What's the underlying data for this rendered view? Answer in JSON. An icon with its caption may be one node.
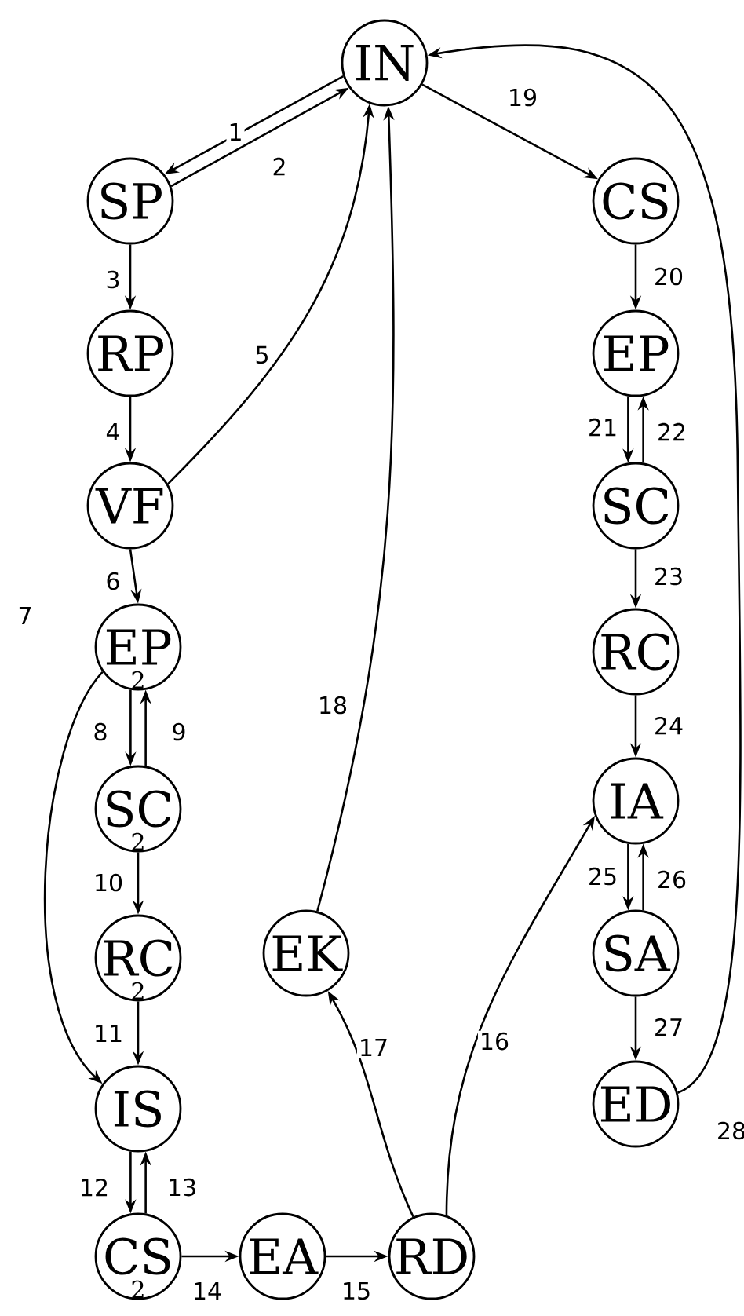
{
  "diagram": {
    "nodes": [
      {
        "text": [
          "IN"
        ]
      },
      {
        "text": [
          "SP"
        ]
      },
      {
        "text": [
          "RP"
        ]
      },
      {
        "text": [
          "VF"
        ]
      },
      {
        "text": [
          "EP",
          "2"
        ]
      },
      {
        "text": [
          "SC",
          "2"
        ]
      },
      {
        "text": [
          "RC",
          "2"
        ]
      },
      {
        "text": [
          "IS"
        ]
      },
      {
        "text": [
          "CS",
          "2"
        ]
      },
      {
        "text": [
          "EA"
        ]
      },
      {
        "text": [
          "RD"
        ]
      },
      {
        "text": [
          "EK"
        ]
      },
      {
        "text": [
          "CS"
        ]
      },
      {
        "text": [
          "EP"
        ]
      },
      {
        "text": [
          "SC"
        ]
      },
      {
        "text": [
          "RC"
        ]
      },
      {
        "text": [
          "IA"
        ]
      },
      {
        "text": [
          "SA"
        ]
      },
      {
        "text": [
          "ED"
        ]
      }
    ],
    "edges": [
      {
        "from": 0,
        "to": 1,
        "arrow": "to",
        "label": "1"
      },
      {
        "from": 1,
        "to": 0,
        "arrow": "to",
        "label": "2"
      },
      {
        "from": 1,
        "to": 2,
        "arrow": "to",
        "label": "3"
      },
      {
        "from": 2,
        "to": 3,
        "arrow": "to",
        "label": "4"
      },
      {
        "from": 3,
        "to": 0,
        "arrow": "to",
        "label": "5"
      },
      {
        "from": 3,
        "to": 4,
        "arrow": "to",
        "label": "6"
      },
      {
        "from": 4,
        "to": 7,
        "arrow": "to",
        "label": "7"
      },
      {
        "from": 4,
        "to": 5,
        "arrow": "to",
        "label": "8"
      },
      {
        "from": 5,
        "to": 4,
        "arrow": "to",
        "label": "9"
      },
      {
        "from": 5,
        "to": 6,
        "arrow": "to",
        "label": "10"
      },
      {
        "from": 6,
        "to": 7,
        "arrow": "to",
        "label": "11"
      },
      {
        "from": 7,
        "to": 8,
        "arrow": "to",
        "label": "12"
      },
      {
        "from": 8,
        "to": 7,
        "arrow": "to",
        "label": "13"
      },
      {
        "from": 8,
        "to": 9,
        "arrow": "to",
        "label": "14"
      },
      {
        "from": 9,
        "to": 10,
        "arrow": "to",
        "label": "15"
      },
      {
        "from": 10,
        "to": 16,
        "arrow": "to",
        "label": "16"
      },
      {
        "from": 10,
        "to": 11,
        "arrow": "to",
        "label": "17"
      },
      {
        "from": 11,
        "to": 0,
        "arrow": "to",
        "label": "18"
      },
      {
        "from": 0,
        "to": 12,
        "arrow": "to",
        "label": "19"
      },
      {
        "from": 12,
        "to": 13,
        "arrow": "to",
        "label": "20"
      },
      {
        "from": 13,
        "to": 14,
        "arrow": "to",
        "label": "21"
      },
      {
        "from": 14,
        "to": 13,
        "arrow": "to",
        "label": "22"
      },
      {
        "from": 14,
        "to": 15,
        "arrow": "to",
        "label": "23"
      },
      {
        "from": 15,
        "to": 16,
        "arrow": "to",
        "label": "24"
      },
      {
        "from": 16,
        "to": 17,
        "arrow": "to",
        "label": "25"
      },
      {
        "from": 17,
        "to": 16,
        "arrow": "to",
        "label": "26"
      },
      {
        "from": 17,
        "to": 18,
        "arrow": "to",
        "label": "27"
      },
      {
        "from": 18,
        "to": 0,
        "arrow": "to",
        "label": "28"
      }
    ]
  }
}
